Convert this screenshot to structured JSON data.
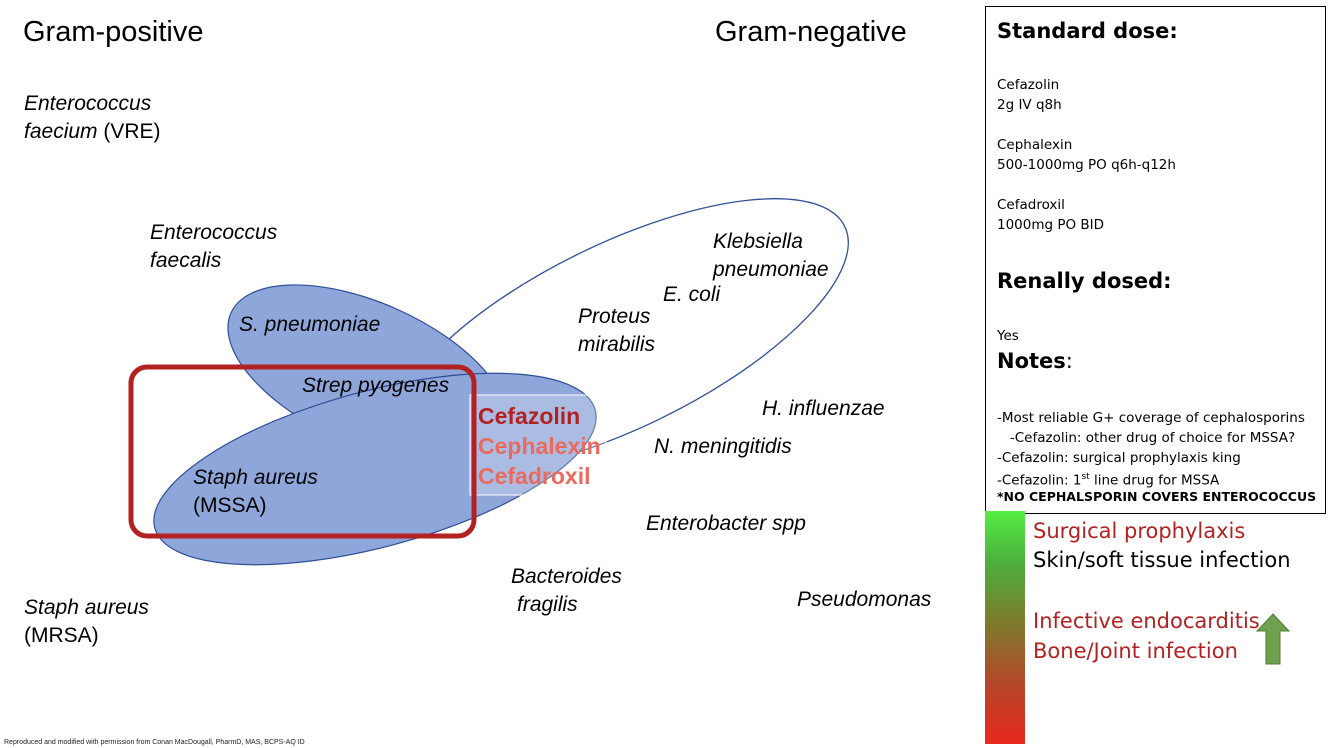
{
  "headings": {
    "gram_positive": "Gram-positive",
    "gram_negative": "Gram-negative"
  },
  "organisms": {
    "efaecium_l1": "Enterococcus",
    "efaecium_l2": "faecium",
    "efaecium_l2_tail": " (VRE)",
    "efaecalis_l1": "Enterococcus",
    "efaecalis_l2": "faecalis",
    "spneumoniae": "S. pneumoniae",
    "strep_pyogenes": "Strep pyogenes",
    "mssa_l1": "Staph aureus",
    "mssa_l2": "(MSSA)",
    "mrsa_l1": "Staph aureus",
    "mrsa_l2": "(MRSA)",
    "klebsiella_l1": "Klebsiella",
    "klebsiella_l2": "pneumoniae",
    "ecoli": "E. coli",
    "proteus_l1": "Proteus",
    "proteus_l2": "mirabilis",
    "hinfluenzae": "H. influenzae",
    "nmeningitidis": "N. meningitidis",
    "enterobacter": "Enterobacter spp",
    "bacteroides_l1": "Bacteroides",
    "bacteroides_l2": "fragilis",
    "pseudomonas": "Pseudomonas"
  },
  "drugs": [
    "Cefazolin",
    "Cephalexin",
    "Cefadroxil"
  ],
  "colors": {
    "ellipse_fill": "#8fa6da",
    "ellipse_stroke": "#2f4f96",
    "highlight_box": "#b22222",
    "drug_primary": "#b22222",
    "drug_secondary": "#ea6a5f",
    "arrow_fill": "#6fa04e"
  },
  "panel": {
    "standard_dose_title": "Standard dose:",
    "dose_cefazolin_name": "Cefazolin",
    "dose_cefazolin_regimen": "2g IV q8h",
    "dose_cephalexin_name": "Cephalexin",
    "dose_cephalexin_regimen": "500-1000mg PO q6h-q12h",
    "dose_cefadroxil_name": "Cefadroxil",
    "dose_cefadroxil_regimen": "1000mg PO BID",
    "renal_title": "Renally dosed:",
    "renal_value": "Yes",
    "notes_title": "Notes",
    "notes_colon": ":",
    "note1": "-Most reliable G+ coverage of cephalosporins",
    "note2": "   -Cefazolin: other drug of choice for MSSA?",
    "note3": "-Cefazolin: surgical prophylaxis king",
    "note4_pre": "-Cefazolin: 1",
    "note4_sup": "st",
    "note4_post": " line drug for MSSA",
    "note5": "*NO CEPHALSPORIN COVERS ENTEROCOCCUS"
  },
  "indications": {
    "surgical": "Surgical prophylaxis",
    "skin": "Skin/soft tissue infection",
    "endocarditis": "Infective endocarditis",
    "bone": "Bone/Joint infection"
  },
  "footnote": "Reproduced and modified with permission from Conan MacDougall, PharmD, MAS, BCPS-AQ ID"
}
